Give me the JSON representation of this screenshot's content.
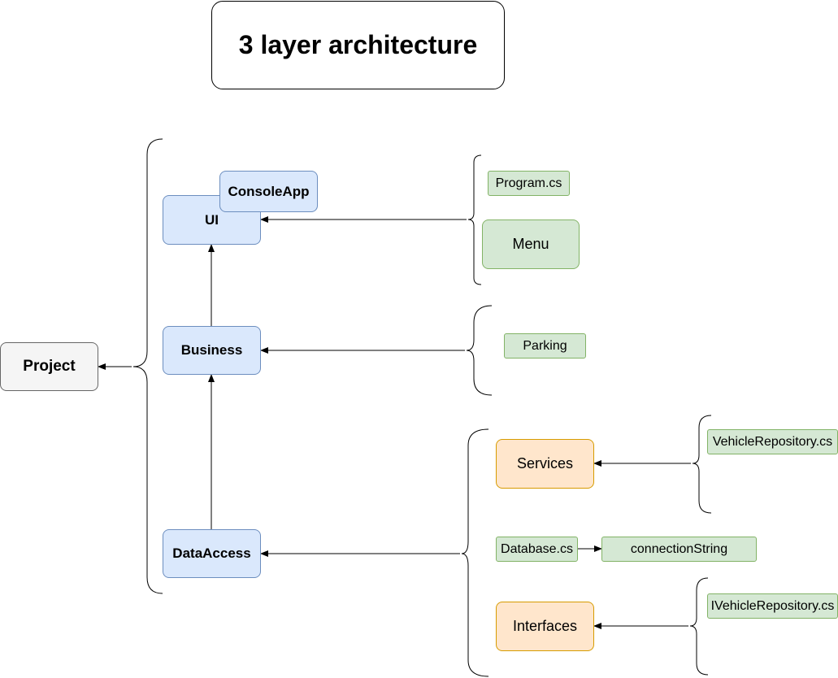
{
  "diagram": {
    "title": "3 layer architecture",
    "nodes": {
      "project": "Project",
      "ui": "UI",
      "console_app": "ConsoleApp",
      "business": "Business",
      "data_access": "DataAccess",
      "program_cs": "Program.cs",
      "menu": "Menu",
      "parking": "Parking",
      "services": "Services",
      "vehicle_repository": "VehicleRepository.cs",
      "database_cs": "Database.cs",
      "connection_string": "connectionString",
      "interfaces": "Interfaces",
      "ivehicle_repository": "IVehicleRepository.cs"
    },
    "colors": {
      "layer_fill": "#dae8fc",
      "layer_border": "#6c8ebf",
      "file_fill": "#d5e8d4",
      "file_border": "#82b366",
      "folder_fill": "#ffe6cc",
      "folder_border": "#d79b00",
      "project_fill": "#f5f5f5",
      "project_border": "#666666"
    }
  }
}
